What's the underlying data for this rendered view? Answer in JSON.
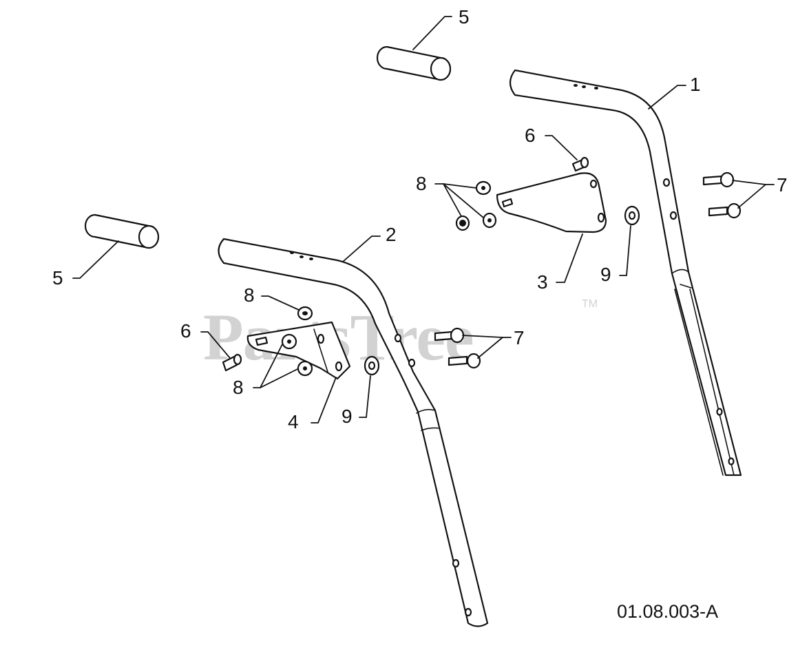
{
  "diagram": {
    "drawing_code": "01.08.003-A",
    "watermark": {
      "text": "PartsTree",
      "mark": "TM"
    },
    "callouts": [
      {
        "id": "c1",
        "label": "1"
      },
      {
        "id": "c2",
        "label": "2"
      },
      {
        "id": "c3",
        "label": "3"
      },
      {
        "id": "c4",
        "label": "4"
      },
      {
        "id": "c5a",
        "label": "5"
      },
      {
        "id": "c5b",
        "label": "5"
      },
      {
        "id": "c6a",
        "label": "6"
      },
      {
        "id": "c6b",
        "label": "6"
      },
      {
        "id": "c7a",
        "label": "7"
      },
      {
        "id": "c7b",
        "label": "7"
      },
      {
        "id": "c8a",
        "label": "8"
      },
      {
        "id": "c8b",
        "label": "8"
      },
      {
        "id": "c8c",
        "label": "8"
      },
      {
        "id": "c9a",
        "label": "9"
      },
      {
        "id": "c9b",
        "label": "9"
      }
    ],
    "colors": {
      "line": "#111111",
      "watermark": "#d2d2d2",
      "background": "#ffffff"
    }
  }
}
